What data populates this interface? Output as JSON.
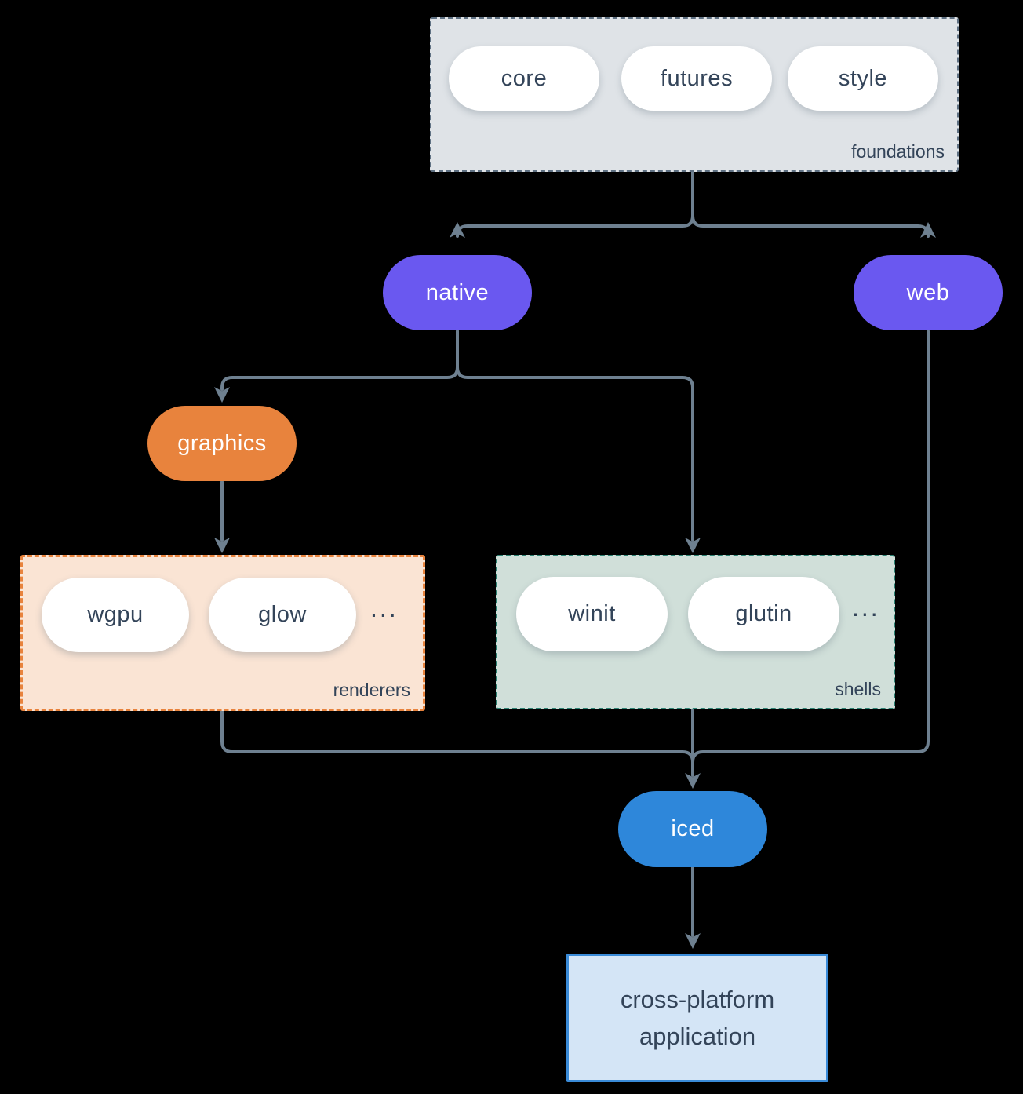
{
  "colors": {
    "background": "#000000",
    "arrow": "#6e8090",
    "node_purple": "#6a58f0",
    "node_orange": "#e8833d",
    "node_blue": "#2e87da",
    "text_dark": "#334459",
    "foundations_fill": "#dfe3e7",
    "foundations_border": "#5f7183",
    "renderers_fill": "#fae4d4",
    "renderers_border": "#e8833d",
    "shells_fill": "#d0dfd9",
    "shells_border": "#2b8172",
    "app_fill": "#d4e5f6",
    "app_border": "#3a8bd8"
  },
  "foundations": {
    "label": "foundations",
    "pills": [
      "core",
      "futures",
      "style"
    ]
  },
  "native": {
    "label": "native"
  },
  "web": {
    "label": "web"
  },
  "graphics": {
    "label": "graphics"
  },
  "renderers": {
    "label": "renderers",
    "pills": [
      "wgpu",
      "glow"
    ],
    "ellipsis": "..."
  },
  "shells": {
    "label": "shells",
    "pills": [
      "winit",
      "glutin"
    ],
    "ellipsis": "..."
  },
  "iced": {
    "label": "iced"
  },
  "application": {
    "line1": "cross-platform",
    "line2": "application"
  }
}
